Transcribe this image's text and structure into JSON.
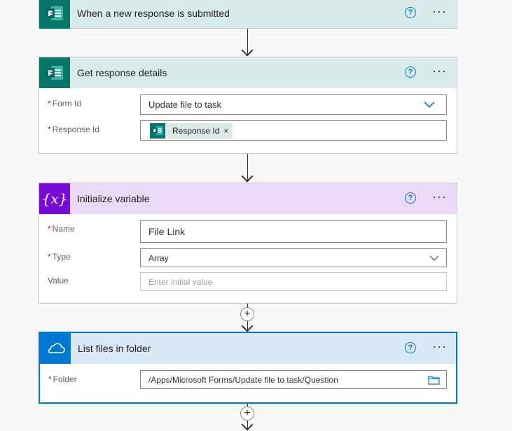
{
  "steps": [
    {
      "title": "When a new response is submitted",
      "icon": "microsoft-forms-icon",
      "help": "?",
      "more": "···"
    },
    {
      "title": "Get response details",
      "icon": "microsoft-forms-icon",
      "help": "?",
      "more": "···",
      "fields": {
        "form_id": {
          "required": "*",
          "label": "Form Id",
          "value": "Update file to task"
        },
        "response_id": {
          "required": "*",
          "label": "Response Id",
          "token_label": "Response Id",
          "token_remove": "×"
        }
      }
    },
    {
      "title": "Initialize variable",
      "icon": "variable-icon",
      "icon_text": "{x}",
      "help": "?",
      "more": "···",
      "fields": {
        "name": {
          "required": "*",
          "label": "Name",
          "value": "File Link"
        },
        "type": {
          "required": "*",
          "label": "Type",
          "value": "Array"
        },
        "value": {
          "label": "Value",
          "placeholder": "Enter initial value"
        }
      }
    },
    {
      "title": "List files in folder",
      "icon": "onedrive-icon",
      "help": "?",
      "more": "···",
      "fields": {
        "folder": {
          "required": "*",
          "label": "Folder",
          "value": "/Apps/Microsoft Forms/Update file to task/Question"
        }
      }
    }
  ],
  "add_step": "+",
  "colors": {
    "forms": "#077568",
    "forms_header": "#d9ebeb",
    "variable": "#770bd6",
    "variable_header": "#ead9f7",
    "onedrive": "#0078d4",
    "onedrive_header": "#d8e8f5"
  }
}
